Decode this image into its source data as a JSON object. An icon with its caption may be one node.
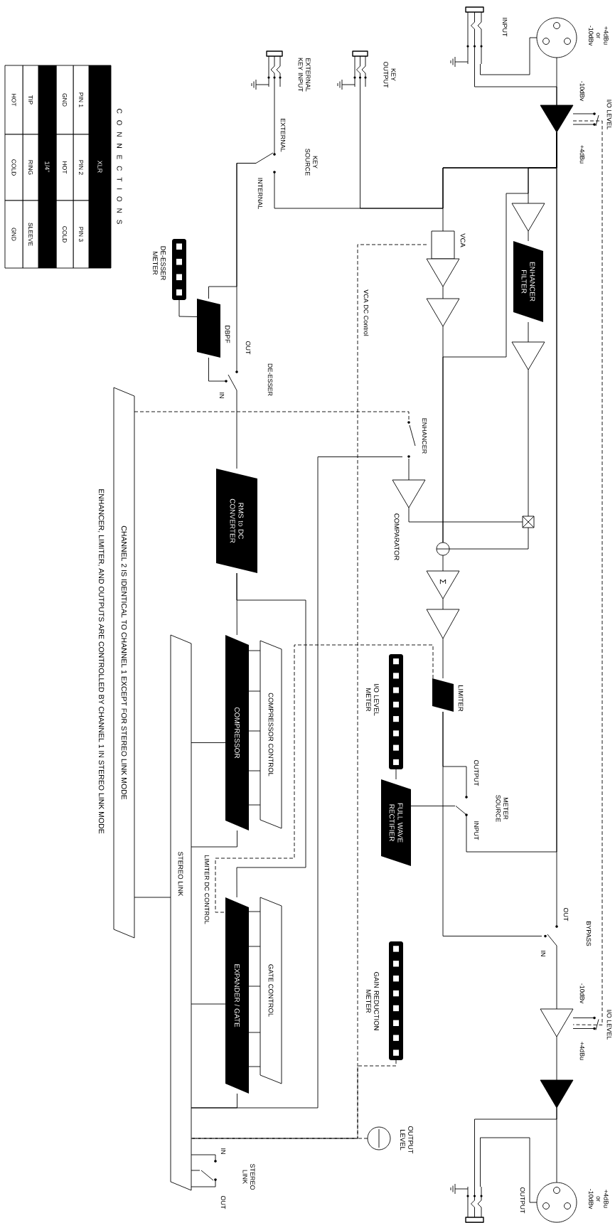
{
  "diagram": {
    "nodes": [
      {
        "text": [],
        "shape": "connector",
        "beside": [
          "+4dBu or -10dBv"
        ]
      },
      {
        "text": [],
        "shape": "jack",
        "beside": [
          "INPUT"
        ]
      },
      {
        "text": [],
        "shape": "triangle",
        "beside": [
          "I/O LEVEL"
        ]
      },
      {
        "text": [],
        "shape": "triangle"
      },
      {
        "text": [
          "ENHANCER FILTER"
        ]
      },
      {
        "text": [],
        "shape": "triangle"
      },
      {
        "text": [
          "VCA"
        ]
      },
      {
        "text": [],
        "shape": "triangle"
      },
      {
        "text": [],
        "shape": "jack",
        "beside": [
          "KEY OUTPUT"
        ]
      },
      {
        "text": [],
        "shape": "jack",
        "beside": [
          "EXTERNAL KEY INPUT"
        ]
      },
      {
        "text": [],
        "shape": "switch"
      },
      {
        "text": [
          "DE-ESSER METER"
        ]
      },
      {
        "text": [
          "DBPF"
        ]
      },
      {
        "text": [],
        "shape": "switch"
      },
      {
        "text": [
          "RMS to DC CONVERTER"
        ]
      },
      {
        "text": [],
        "shape": "switch",
        "beside": [
          "ENHANCER"
        ]
      },
      {
        "text": [
          "COMPARATOR"
        ]
      },
      {
        "text": [],
        "shape": "box"
      },
      {
        "text": [],
        "shape": "circle"
      },
      {
        "text": [
          "Σ"
        ]
      },
      {
        "text": [],
        "shape": "triangle"
      },
      {
        "text": [
          "LIMITER"
        ]
      },
      {
        "text": [
          "I/O LEVEL METER"
        ]
      },
      {
        "text": [
          "FULL WAVE RECTIFIER"
        ]
      },
      {
        "text": [],
        "shape": "switch"
      },
      {
        "text": [
          "COMPRESSOR CONTROL"
        ]
      },
      {
        "text": [
          "COMPRESSOR"
        ]
      },
      {
        "text": [
          "GATE CONTROL"
        ]
      },
      {
        "text": [
          "EXPANDER / GATE"
        ]
      },
      {
        "text": [
          "STEREO LINK"
        ]
      },
      {
        "text": [
          "CHANNEL 2 IS IDENTICAL TO CHANNEL 1 EXCEPT FOR STEREO LINK MODE"
        ]
      },
      {
        "text": [
          "GAIN REDUCTION METER"
        ]
      },
      {
        "text": [
          "OUTPUT LEVEL"
        ]
      },
      {
        "text": [],
        "shape": "switch"
      },
      {
        "text": [],
        "shape": "switch"
      },
      {
        "text": [],
        "shape": "triangle",
        "beside": [
          "I/O LEVEL"
        ]
      },
      {
        "text": [],
        "shape": "triangle"
      },
      {
        "text": [],
        "shape": "connector",
        "beside": [
          "+4dBu or -10dBv"
        ]
      },
      {
        "text": [],
        "shape": "jack"
      }
    ],
    "edges": [
      {
        "from": 0,
        "to": 2,
        "arrow": "none"
      },
      {
        "from": 1,
        "to": 2,
        "arrow": "none"
      },
      {
        "from": 1,
        "to": 0,
        "arrow": "none"
      },
      {
        "from": 2,
        "to": 3,
        "arrow": "none"
      },
      {
        "from": 2,
        "to": 6,
        "arrow": "none"
      },
      {
        "from": 3,
        "to": 4,
        "arrow": "none"
      },
      {
        "from": 4,
        "to": 5,
        "arrow": "none"
      },
      {
        "from": 5,
        "to": 17,
        "arrow": "none"
      },
      {
        "from": 6,
        "to": 7,
        "arrow": "none"
      },
      {
        "from": 2,
        "to": 18,
        "arrow": "none"
      },
      {
        "from": 7,
        "to": 18,
        "arrow": "none"
      },
      {
        "from": 17,
        "to": 18,
        "arrow": "none"
      },
      {
        "from": 16,
        "to": 17,
        "arrow": "none"
      },
      {
        "from": 15,
        "to": 16,
        "arrow": "none"
      },
      {
        "from": 30,
        "to": 15,
        "arrow": "none",
        "style": "dashed"
      },
      {
        "from": 15,
        "to": 29,
        "arrow": "none"
      },
      {
        "from": 28,
        "to": 29,
        "arrow": "none"
      },
      {
        "from": 14,
        "to": 26,
        "arrow": "none"
      },
      {
        "from": 14,
        "to": 28,
        "arrow": "none"
      },
      {
        "from": 26,
        "to": 29,
        "arrow": "none"
      },
      {
        "from": 26,
        "to": 29,
        "arrow": "none"
      },
      {
        "from": 28,
        "to": 29,
        "arrow": "none"
      },
      {
        "from": 29,
        "to": 30,
        "arrow": "none"
      },
      {
        "from": 11,
        "to": 12,
        "arrow": "none"
      },
      {
        "from": 10,
        "to": 12,
        "arrow": "none"
      },
      {
        "from": 10,
        "to": 13,
        "arrow": "none"
      },
      {
        "from": 12,
        "to": 13,
        "arrow": "none"
      },
      {
        "from": 13,
        "to": 14,
        "arrow": "none"
      },
      {
        "from": 9,
        "to": 10,
        "arrow": "none"
      },
      {
        "from": 2,
        "to": 10,
        "arrow": "none"
      },
      {
        "from": 2,
        "to": 8,
        "arrow": "none"
      },
      {
        "from": 6,
        "to": 29,
        "arrow": "none",
        "style": "dashed"
      },
      {
        "from": 31,
        "to": 29,
        "arrow": "none",
        "style": "dashed"
      },
      {
        "from": 32,
        "to": 29,
        "arrow": "none",
        "style": "dashed"
      },
      {
        "from": 21,
        "to": 28,
        "arrow": "none",
        "style": "dashed"
      },
      {
        "from": 18,
        "to": 19,
        "arrow": "none"
      },
      {
        "from": 19,
        "to": 20,
        "arrow": "none"
      },
      {
        "from": 20,
        "to": 21,
        "arrow": "none"
      },
      {
        "from": 21,
        "to": 34,
        "arrow": "none"
      },
      {
        "from": 21,
        "to": 24,
        "arrow": "none"
      },
      {
        "from": 2,
        "to": 24,
        "arrow": "none"
      },
      {
        "from": 24,
        "to": 23,
        "arrow": "none"
      },
      {
        "from": 23,
        "to": 22,
        "arrow": "none"
      },
      {
        "from": 2,
        "to": 34,
        "arrow": "none"
      },
      {
        "from": 34,
        "to": 35,
        "arrow": "none"
      },
      {
        "from": 35,
        "to": 36,
        "arrow": "none"
      },
      {
        "from": 36,
        "to": 37,
        "arrow": "none"
      },
      {
        "from": 36,
        "to": 38,
        "arrow": "none"
      },
      {
        "from": 38,
        "to": 37,
        "arrow": "none"
      },
      {
        "from": 2,
        "to": 35,
        "arrow": "none",
        "style": "dashed"
      },
      {
        "from": 33,
        "to": 29,
        "arrow": "none"
      },
      {
        "from": 33,
        "to": 29,
        "arrow": "none"
      },
      {
        "from": 33,
        "to": 29,
        "arrow": "none"
      }
    ],
    "labels": [
      "-10dBv",
      "+4dBu",
      "EXTERNAL",
      "INTERNAL",
      "OUT",
      "IN",
      "VCA DC Control",
      "OUTPUT",
      "INPUT",
      "LIMITER DC CONTROL",
      "OUT",
      "IN",
      "-10dBv",
      "+4dBu",
      "IN",
      "OUT",
      "ENHANCER, LIMITER, AND OUTPUTS ARE CONTROLLED BY CHANNEL 1 IN STEREO LINK MODE",
      "C O N N E C T I O N S",
      "XLR",
      "PIN 1",
      "PIN 2",
      "PIN 3",
      "GND",
      "HOT",
      "COLD",
      "1/4\"",
      "TIP",
      "RING",
      "SLEEVE",
      "HOT",
      "COLD",
      "GND",
      "KEY SOURCE",
      "DE-ESSER",
      "METER SOURCE",
      "STEREO LINK",
      "BYPASS",
      "OUTPUT"
    ]
  }
}
